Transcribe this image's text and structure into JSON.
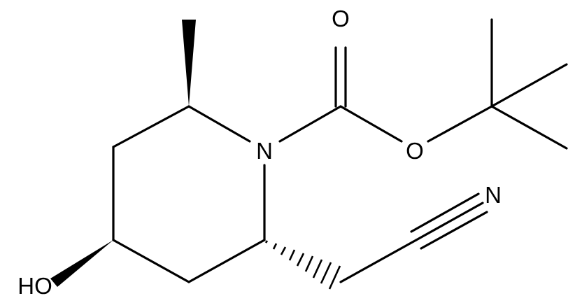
{
  "molecule": {
    "atom_labels": {
      "carbonyl_oxygen": "O",
      "ester_oxygen": "O",
      "ring_nitrogen": "N",
      "nitrile_nitrogen": "N",
      "hydroxyl": "HO"
    },
    "colors": {
      "bond": "#000000",
      "label": "#000000",
      "background": "#ffffff"
    }
  }
}
